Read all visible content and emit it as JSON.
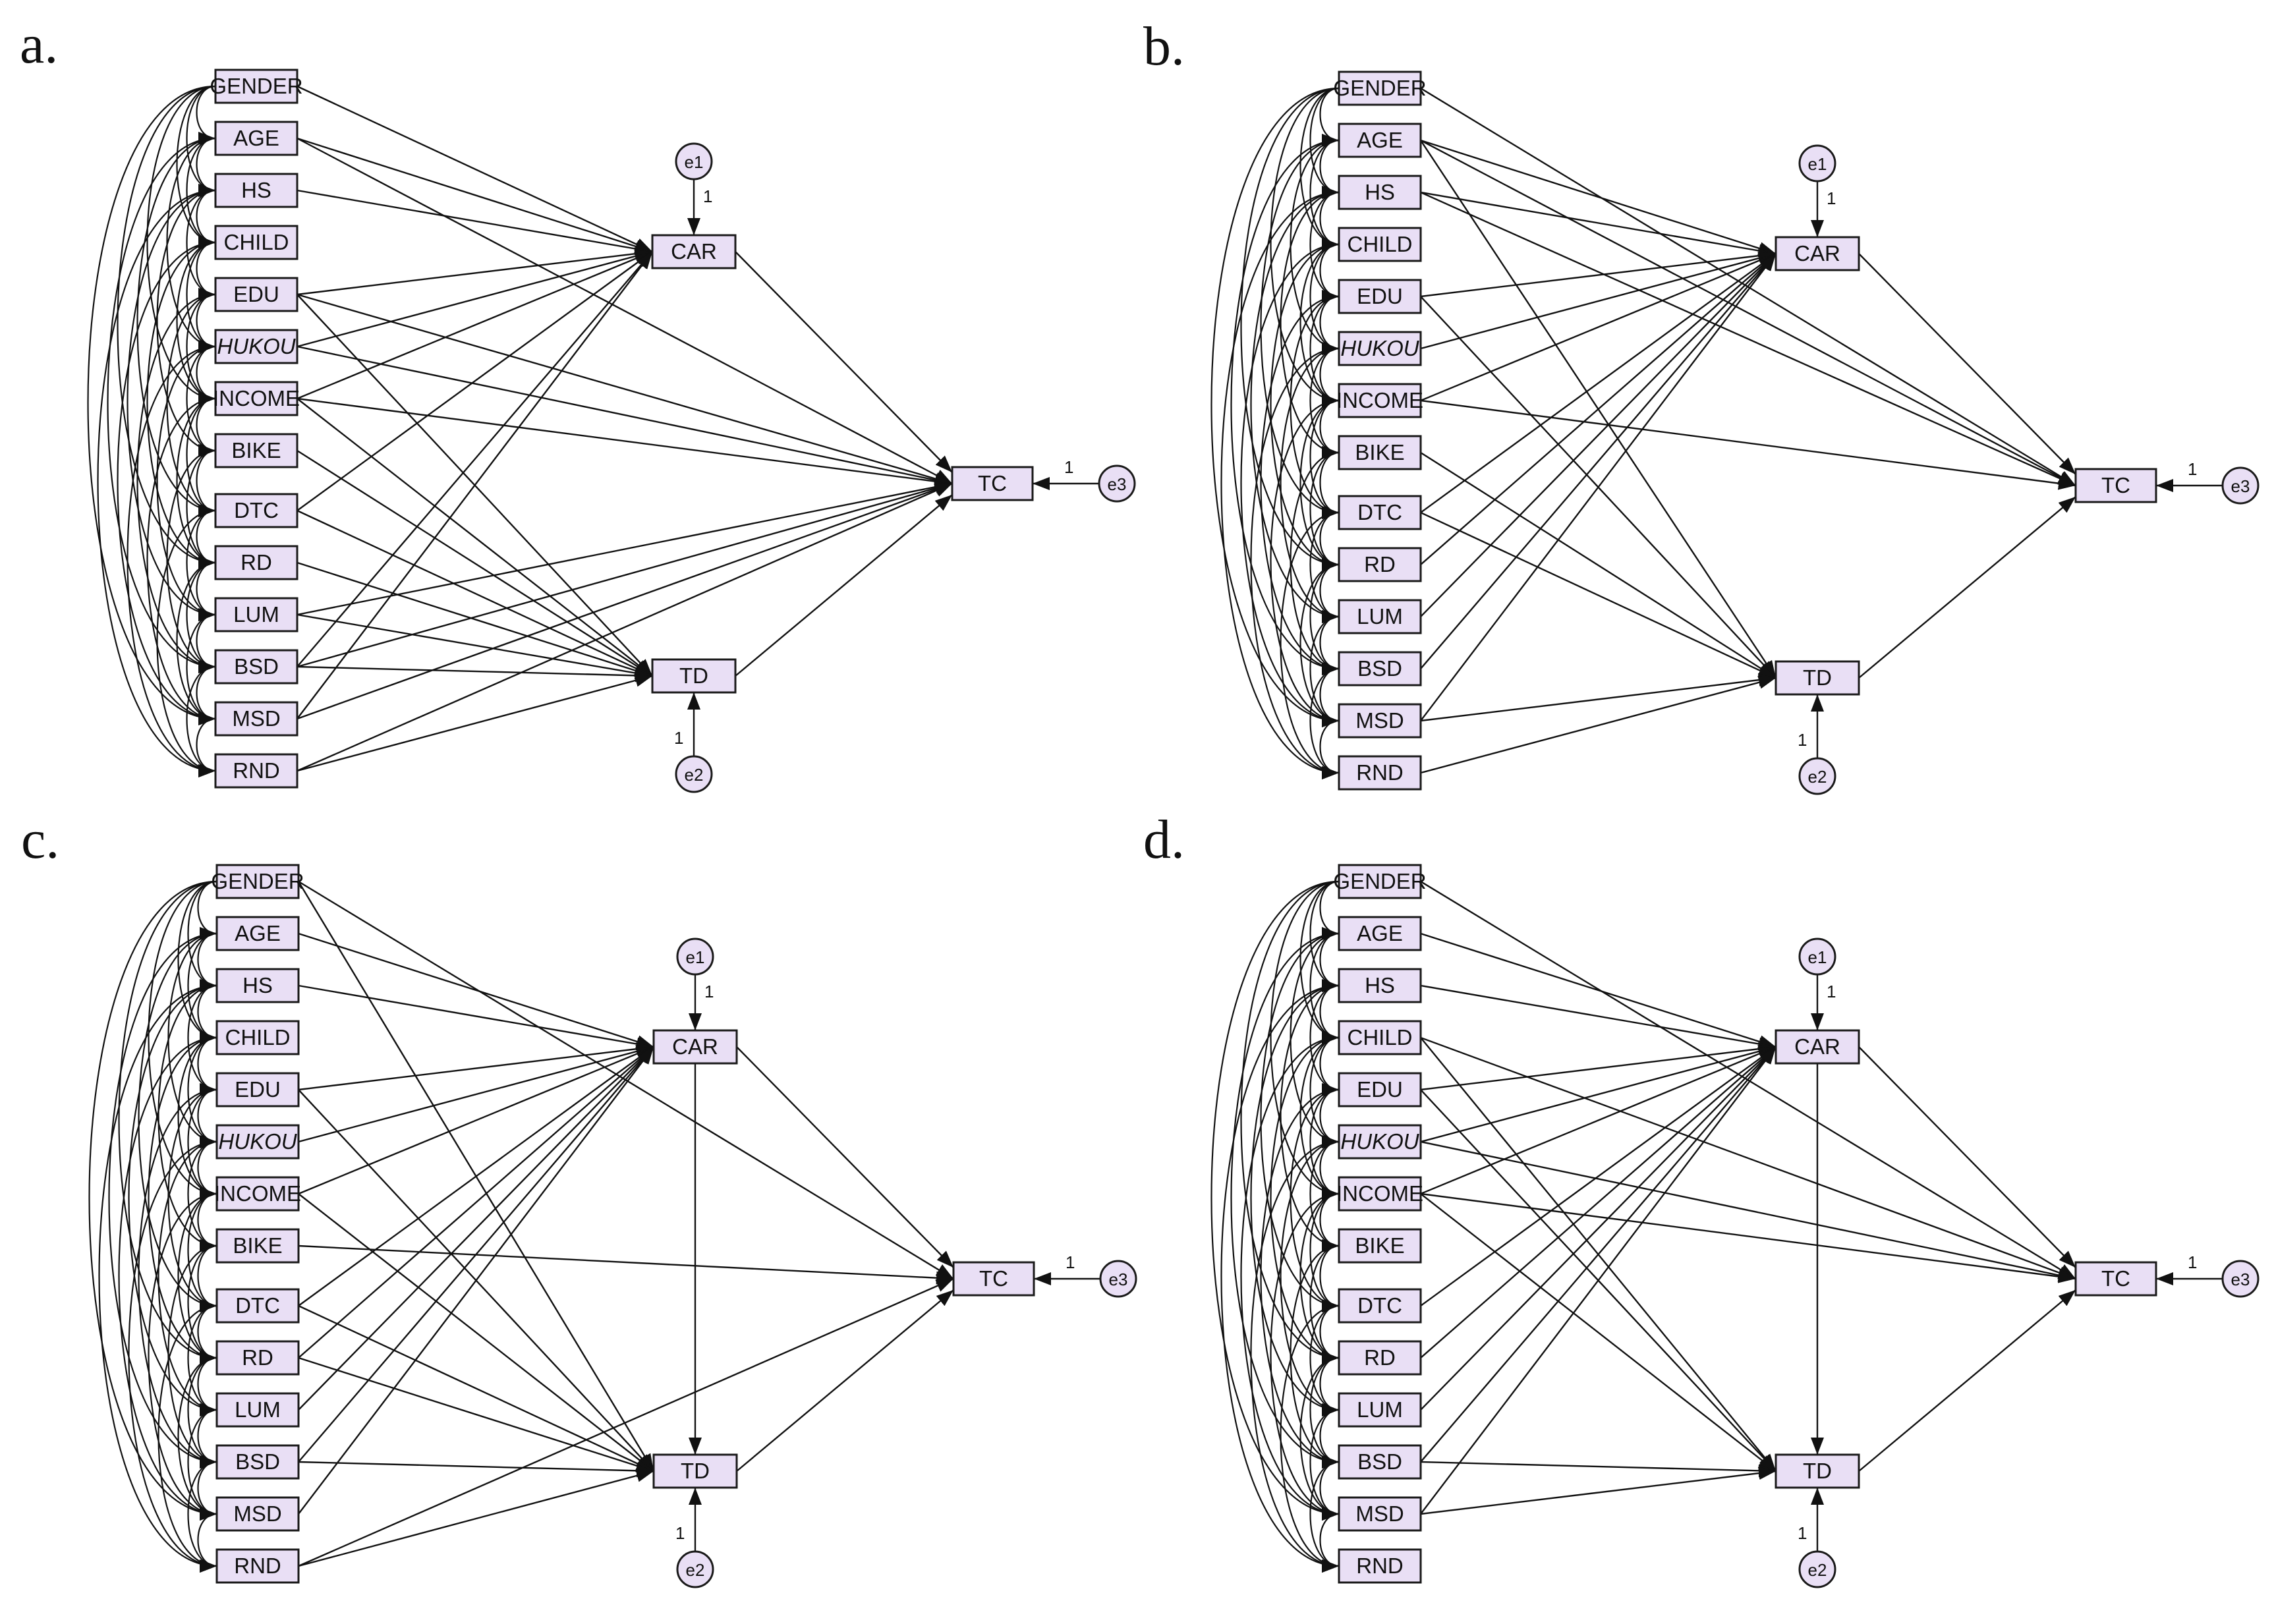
{
  "panels": [
    {
      "label": "a.",
      "variables": [
        "GENDER",
        "AGE",
        "HS",
        "CHILD",
        "EDU",
        "HUKOU",
        "INCOME",
        "BIKE",
        "DTC",
        "RD",
        "LUM",
        "BSD",
        "MSD",
        "RND"
      ],
      "mediators": [
        "CAR",
        "TD"
      ],
      "outcome": "TC",
      "errors": {
        "car": "e1",
        "td": "e2",
        "tc": "e3"
      },
      "error_weight": "1",
      "to_car": [
        "GENDER",
        "AGE",
        "HS",
        "EDU",
        "HUKOU",
        "INCOME",
        "DTC",
        "BSD",
        "MSD"
      ],
      "to_td": [
        "EDU",
        "INCOME",
        "BIKE",
        "DTC",
        "RD",
        "LUM",
        "BSD",
        "RND"
      ],
      "to_tc": [
        "AGE",
        "EDU",
        "HUKOU",
        "INCOME",
        "LUM",
        "BSD",
        "MSD",
        "RND"
      ],
      "car_to_td": false
    },
    {
      "label": "b.",
      "variables": [
        "GENDER",
        "AGE",
        "HS",
        "CHILD",
        "EDU",
        "HUKOU",
        "INCOME",
        "BIKE",
        "DTC",
        "RD",
        "LUM",
        "BSD",
        "MSD",
        "RND"
      ],
      "mediators": [
        "CAR",
        "TD"
      ],
      "outcome": "TC",
      "errors": {
        "car": "e1",
        "td": "e2",
        "tc": "e3"
      },
      "error_weight": "1",
      "to_car": [
        "AGE",
        "HS",
        "EDU",
        "HUKOU",
        "INCOME",
        "DTC",
        "RD",
        "LUM",
        "BSD",
        "MSD"
      ],
      "to_td": [
        "AGE",
        "EDU",
        "BIKE",
        "DTC",
        "MSD",
        "RND"
      ],
      "to_tc": [
        "GENDER",
        "AGE",
        "HS",
        "INCOME"
      ],
      "car_to_td": false
    },
    {
      "label": "c.",
      "variables": [
        "GENDER",
        "AGE",
        "HS",
        "CHILD",
        "EDU",
        "HUKOU",
        "INCOME",
        "BIKE",
        "DTC",
        "RD",
        "LUM",
        "BSD",
        "MSD",
        "RND"
      ],
      "mediators": [
        "CAR",
        "TD"
      ],
      "outcome": "TC",
      "errors": {
        "car": "e1",
        "td": "e2",
        "tc": "e3"
      },
      "error_weight": "1",
      "to_car": [
        "AGE",
        "HS",
        "EDU",
        "HUKOU",
        "INCOME",
        "DTC",
        "RD",
        "LUM",
        "BSD",
        "MSD"
      ],
      "to_td": [
        "GENDER",
        "EDU",
        "INCOME",
        "DTC",
        "RD",
        "BSD",
        "RND"
      ],
      "to_tc": [
        "GENDER",
        "BIKE",
        "RND"
      ],
      "car_to_td": true
    },
    {
      "label": "d.",
      "variables": [
        "GENDER",
        "AGE",
        "HS",
        "CHILD",
        "EDU",
        "HUKOU",
        "INCOME",
        "BIKE",
        "DTC",
        "RD",
        "LUM",
        "BSD",
        "MSD",
        "RND"
      ],
      "mediators": [
        "CAR",
        "TD"
      ],
      "outcome": "TC",
      "errors": {
        "car": "e1",
        "td": "e2",
        "tc": "e3"
      },
      "error_weight": "1",
      "to_car": [
        "AGE",
        "HS",
        "EDU",
        "HUKOU",
        "INCOME",
        "DTC",
        "RD",
        "LUM",
        "BSD",
        "MSD"
      ],
      "to_td": [
        "CHILD",
        "EDU",
        "INCOME",
        "BSD",
        "MSD"
      ],
      "to_tc": [
        "GENDER",
        "CHILD",
        "HUKOU",
        "INCOME"
      ],
      "car_to_td": true
    }
  ],
  "italic_variables": [
    "HUKOU"
  ],
  "colors": {
    "node_fill": "#e9dff5",
    "stroke": "#111111",
    "background": "#ffffff"
  }
}
